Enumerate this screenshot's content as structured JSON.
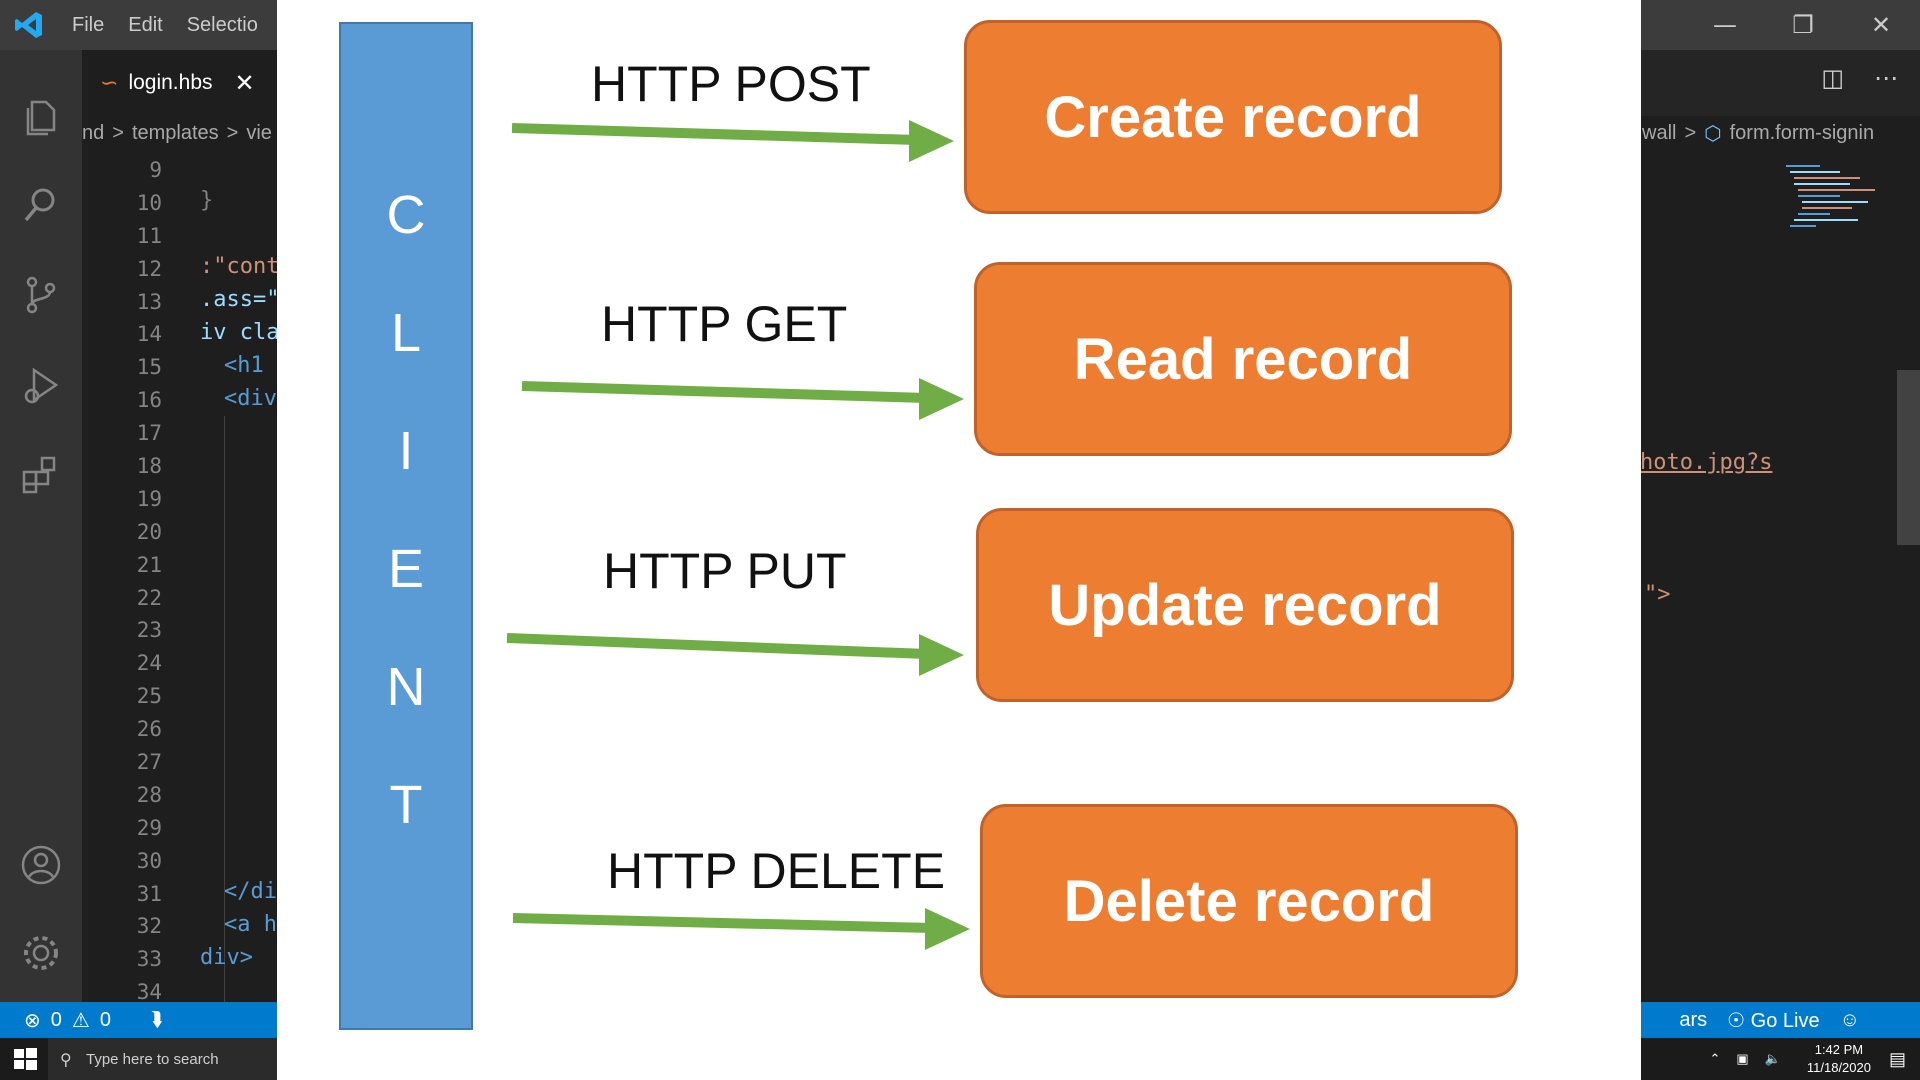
{
  "window": {
    "menu": [
      "File",
      "Edit",
      "Selectio"
    ]
  },
  "tab": {
    "label": "login.hbs"
  },
  "breadcrumb": {
    "left": [
      "nd",
      ">",
      "templates",
      ">",
      "vie"
    ],
    "right": [
      "wall",
      ">",
      "form.form-signin"
    ]
  },
  "editor": {
    "line_numbers": [
      "9",
      "10",
      "11",
      "12",
      "13",
      "14",
      "15",
      "16",
      "17",
      "18",
      "19",
      "20",
      "21",
      "22",
      "23",
      "24",
      "25",
      "26",
      "27",
      "28",
      "29",
      "30",
      "31",
      "32",
      "33",
      "34"
    ],
    "visible_code": {
      "line10": "}",
      "line12": ":\"cont",
      "line13": ".ass=\"",
      "line14": "iv cla",
      "line15": "<h1",
      "line16": "<div",
      "line31": "</di",
      "line32": "<a h",
      "line33": "div>"
    },
    "right_code": {
      "line18": "hoto.jpg?s",
      "line22": "\">"
    }
  },
  "statusbar": {
    "errors": "0",
    "warnings": "0",
    "right_partial": "ars",
    "go_live": "Go Live"
  },
  "taskbar": {
    "search_placeholder": "Type here to search",
    "time": "1:42 PM",
    "date": "11/18/2020"
  },
  "slide": {
    "client_letters": [
      "C",
      "L",
      "I",
      "E",
      "N",
      "T"
    ],
    "rows": [
      {
        "method": "HTTP POST",
        "operation": "Create record"
      },
      {
        "method": "HTTP GET",
        "operation": "Read record"
      },
      {
        "method": "HTTP PUT",
        "operation": "Update record"
      },
      {
        "method": "HTTP DELETE",
        "operation": "Delete record"
      }
    ],
    "colors": {
      "client": "#5b9bd5",
      "operation": "#ed7d31",
      "arrow": "#70ad47"
    }
  }
}
